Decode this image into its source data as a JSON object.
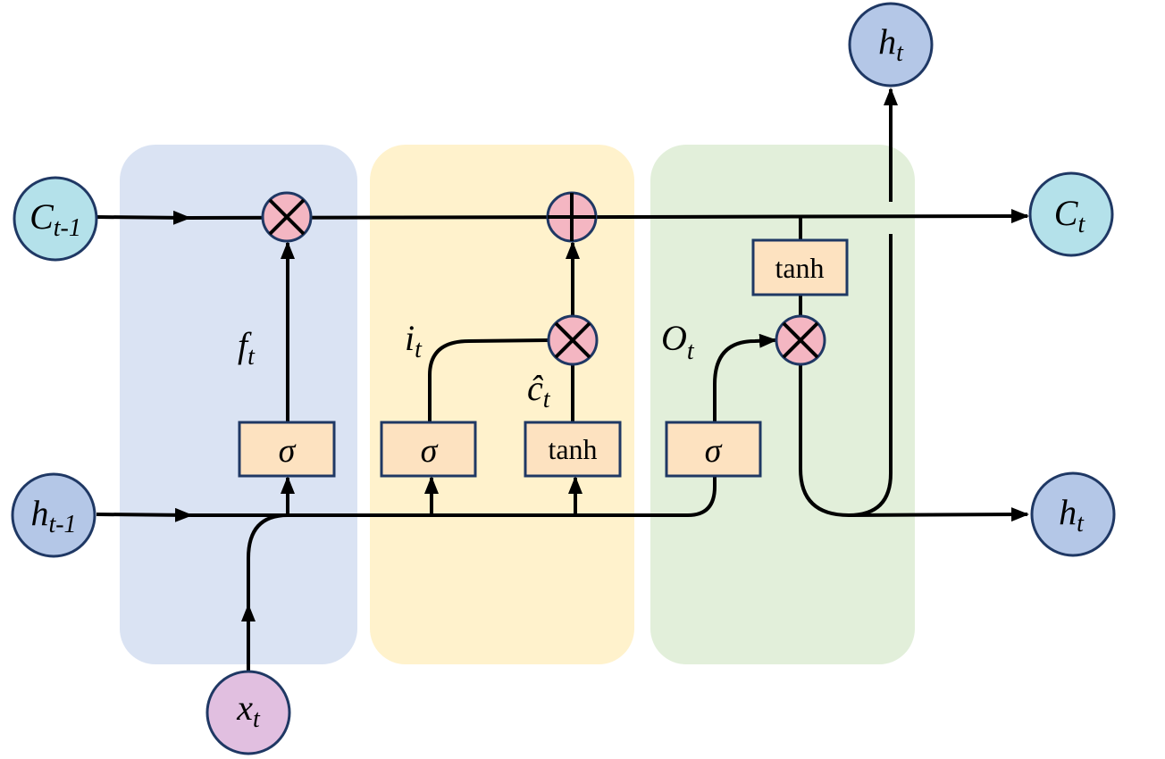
{
  "colors": {
    "forget_panel": "#dae3f3",
    "input_panel": "#fff2cc",
    "output_panel": "#e2efda",
    "cell_state_node": "#b4e1ea",
    "hidden_node": "#b4c7e7",
    "input_node": "#e1bfe0",
    "operator": "#f4b6c2",
    "activation_box": "#fde2c0"
  },
  "nodes": {
    "c_prev": {
      "base": "C",
      "sub": "t-1"
    },
    "h_prev": {
      "base": "h",
      "sub": "t-1"
    },
    "x": {
      "base": "x",
      "sub": "t"
    },
    "h_out_top": {
      "base": "h",
      "sub": "t"
    },
    "c_out": {
      "base": "C",
      "sub": "t"
    },
    "h_out_right": {
      "base": "h",
      "sub": "t"
    }
  },
  "boxes": {
    "forget_sigma": "σ",
    "input_sigma": "σ",
    "candidate_tanh": "tanh",
    "output_sigma": "σ",
    "cell_tanh": "tanh"
  },
  "labels": {
    "f": {
      "base": "f",
      "sub": "t"
    },
    "i": {
      "base": "i",
      "sub": "t"
    },
    "c_hat": {
      "base": "ĉ",
      "sub": "t"
    },
    "o": {
      "base": "O",
      "sub": "t"
    }
  }
}
